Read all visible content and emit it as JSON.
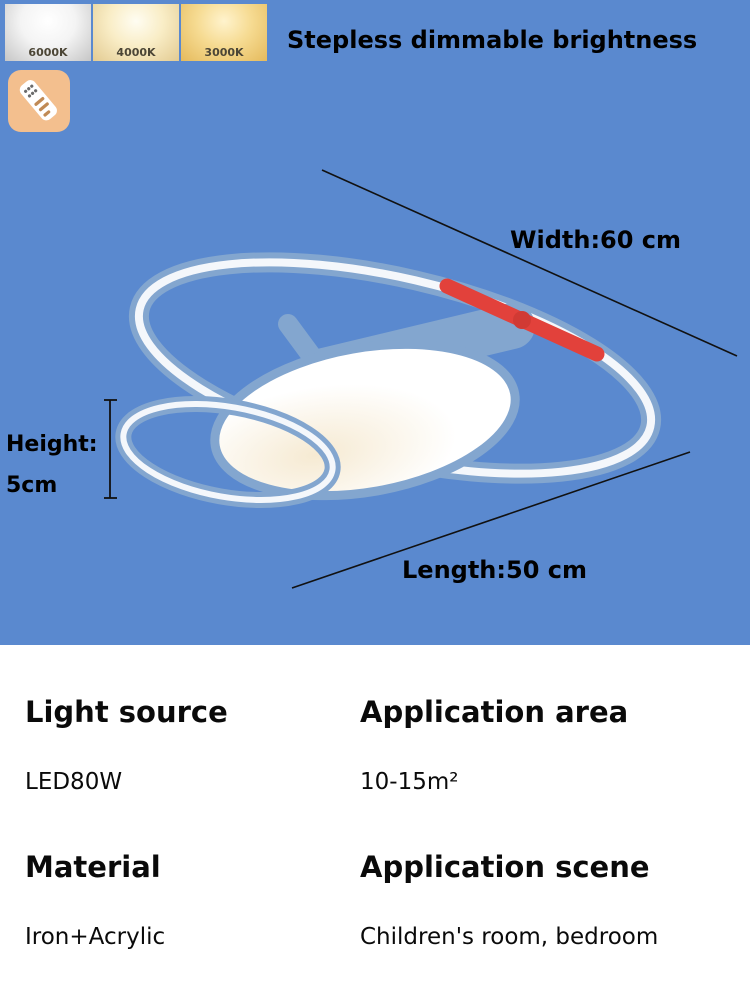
{
  "colors": {
    "background": "#5a89cf",
    "panel": "#ffffff",
    "plane_blue": "#83a6cf",
    "ring_inner_white": "#f4f7fb",
    "propeller_red": "#e2413b",
    "remote_icon_bg": "#f3bf8e"
  },
  "header": {
    "title": "Stepless dimmable brightness",
    "swatches": [
      {
        "label": "6000K",
        "name": "cool-white-swatch"
      },
      {
        "label": "4000K",
        "name": "neutral-white-swatch"
      },
      {
        "label": "3000K",
        "name": "warm-white-swatch"
      }
    ],
    "remote_icon": "remote-control-icon"
  },
  "dimensions": {
    "width": "Width:60 cm",
    "height_line1": "Height:",
    "height_line2": "5cm",
    "length": "Length:50 cm"
  },
  "specs": [
    {
      "heading": "Light source",
      "value": "LED80W"
    },
    {
      "heading": "Application area",
      "value": "10-15m²"
    },
    {
      "heading": "Material",
      "value": "Iron+Acrylic"
    },
    {
      "heading": "Application scene",
      "value": "Children's room, bedroom"
    }
  ]
}
